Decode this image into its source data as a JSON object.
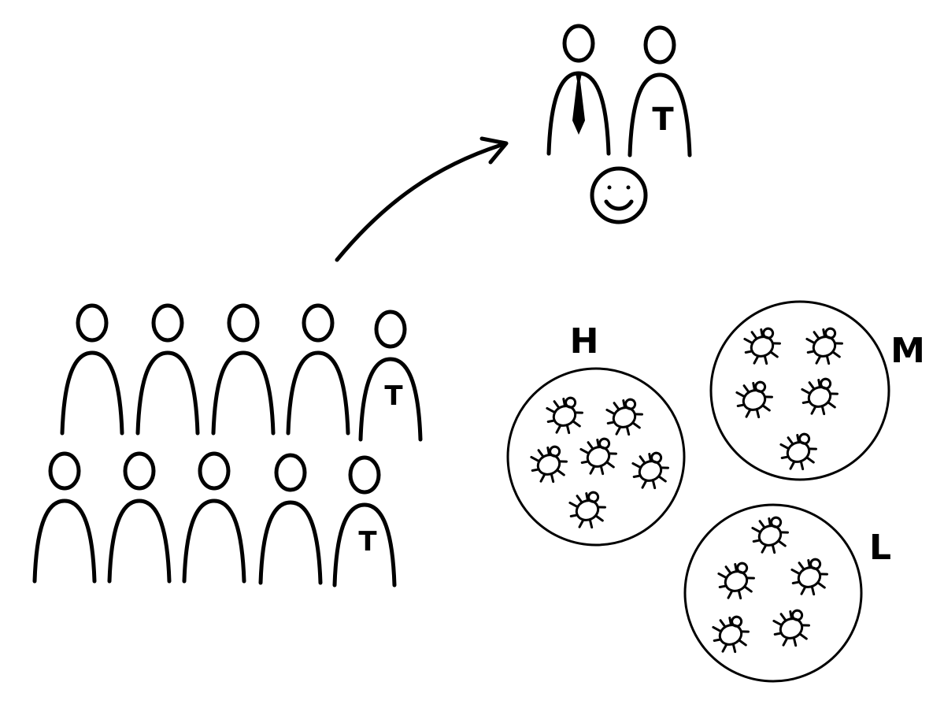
{
  "colors": {
    "ink": "#000000",
    "background": "#ffffff"
  },
  "crowd": {
    "rows": [
      {
        "people": [
          "",
          "",
          "",
          "",
          "T"
        ]
      },
      {
        "people": [
          "",
          "",
          "",
          "",
          "T"
        ]
      }
    ]
  },
  "selected_group": {
    "people": [
      {
        "kind": "tie",
        "badge": ""
      },
      {
        "kind": "badge",
        "badge": "T"
      }
    ],
    "face": "smiley-face-icon"
  },
  "groups": [
    {
      "label": "H",
      "bug_count": 6
    },
    {
      "label": "M",
      "bug_count": 5
    },
    {
      "label": "L",
      "bug_count": 5
    }
  ],
  "icons": {
    "bug": "bug-icon",
    "person": "person-icon",
    "arrow": "curved-arrow-icon"
  }
}
